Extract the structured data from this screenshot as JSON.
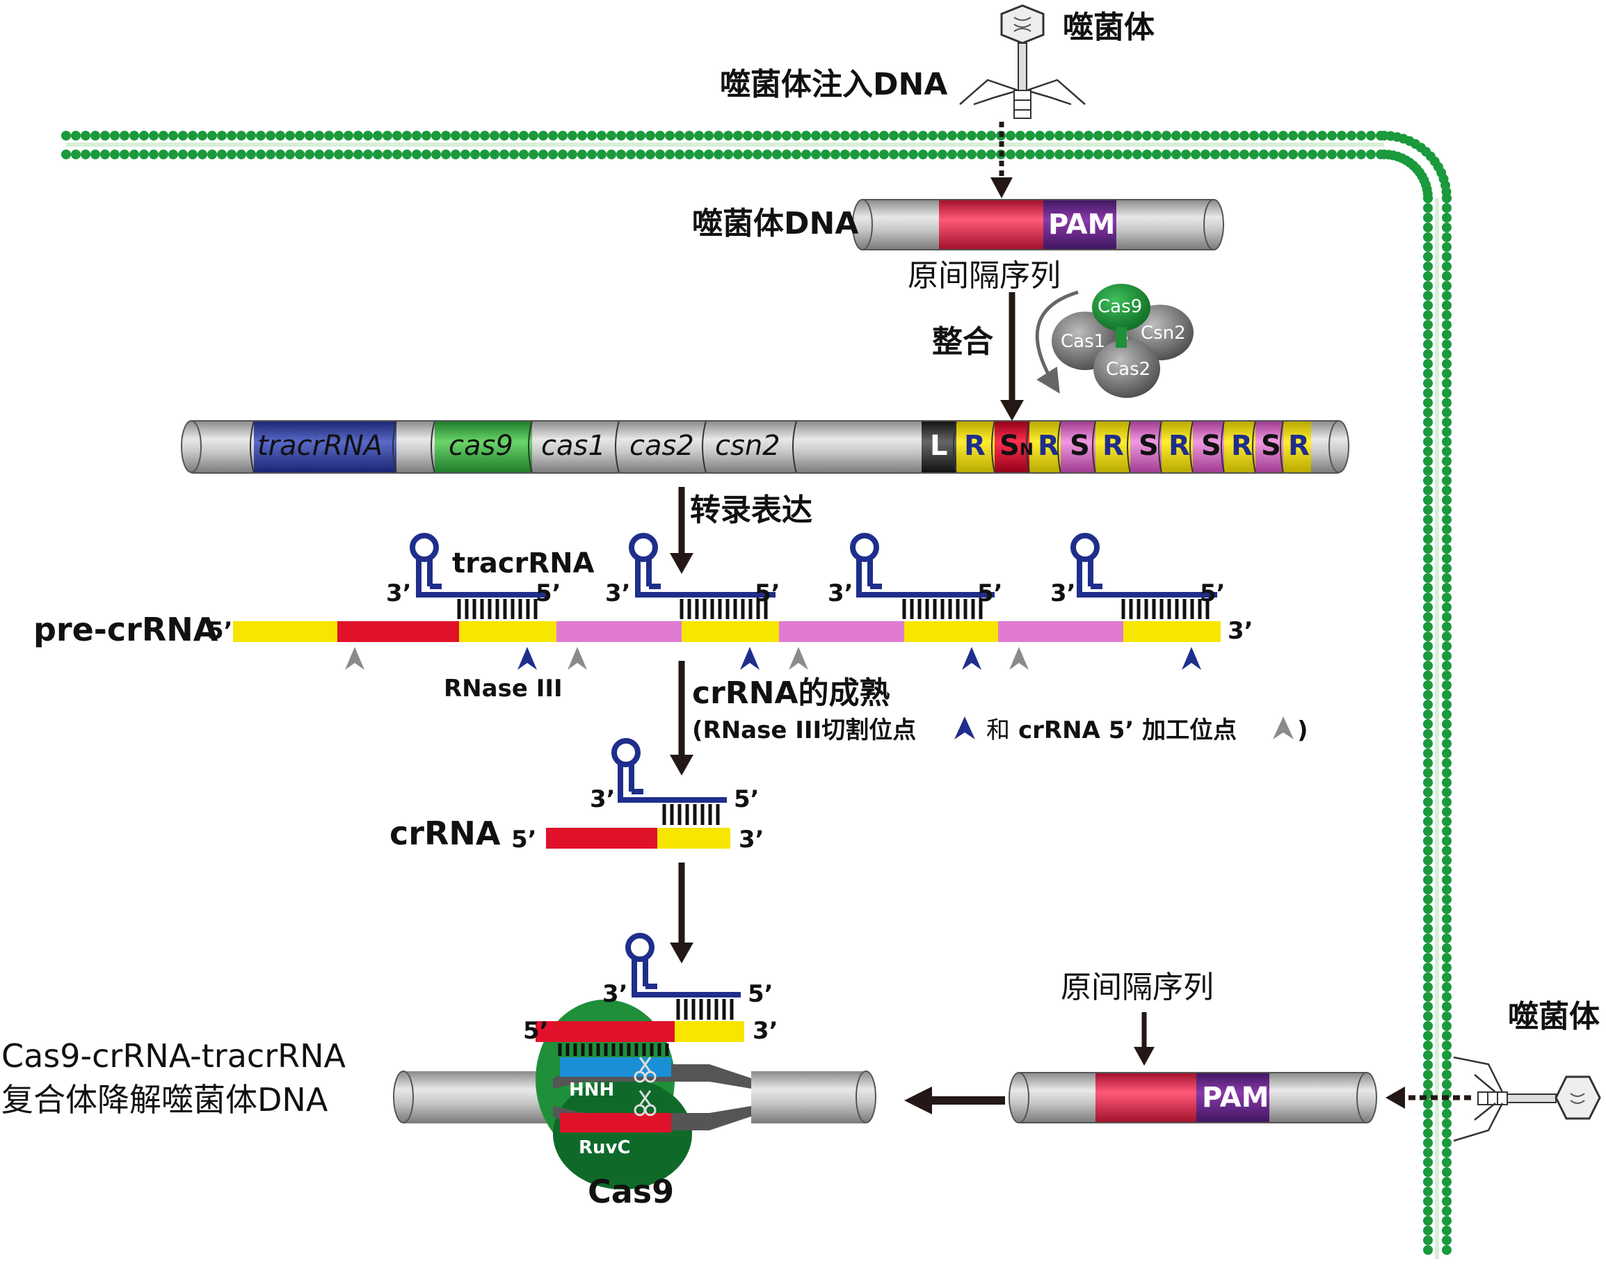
{
  "phage_top_label": "噬菌体",
  "phage_inject_label": "噬菌体注入DNA",
  "phage_dna_label": "噬菌体DNA",
  "pam_label": "PAM",
  "protospacer_label": "原间隔序列",
  "integration_label": "整合",
  "cas_proteins": {
    "cas9": "Cas9",
    "cas1": "Cas1",
    "csn2": "Csn2",
    "cas2": "Cas2"
  },
  "locus_genes": [
    "tracrRNA",
    "cas9",
    "cas1",
    "cas2",
    "csn2"
  ],
  "array": {
    "leader": "L",
    "repeat": "R",
    "spacer": "S",
    "spacer_new_main": "S",
    "spacer_new_sub": "N"
  },
  "transcription_label": "转录表达",
  "tracrrna_label": "tracrRNA",
  "three_prime": "3’",
  "five_prime": "5’",
  "precrrna_label": "pre-crRNA",
  "rnase_label": "RNase III",
  "maturation_title": "crRNA的成熟",
  "maturation_note_a": "(RNase III切割位点",
  "maturation_note_b": "和",
  "maturation_note_c": "crRNA 5’ 加工位点",
  "maturation_note_d": ")",
  "crrna_label": "crRNA",
  "complex_label_line1": "Cas9-crRNA-tracrRNA",
  "complex_label_line2": "复合体降解噬菌体DNA",
  "hnh_label": "HNH",
  "ruvc_label": "RuvC",
  "cas9_label": "Cas9",
  "protospacer_label_2": "原间隔序列",
  "pam_label_2": "PAM",
  "phage_right_label": "噬菌体",
  "colors": {
    "membrane": "#1a9a3c",
    "tracr": "#1f2e8c",
    "spacer_red": "#e0122a",
    "repeat_yellow": "#f7e600",
    "spacer_magenta": "#e07ad0",
    "cas9_green": "#1f8f3a",
    "pam_purple": "#6a2a8a",
    "blue_arrow": "#1f2e8c",
    "gray_arrow": "#8a8a8a"
  }
}
